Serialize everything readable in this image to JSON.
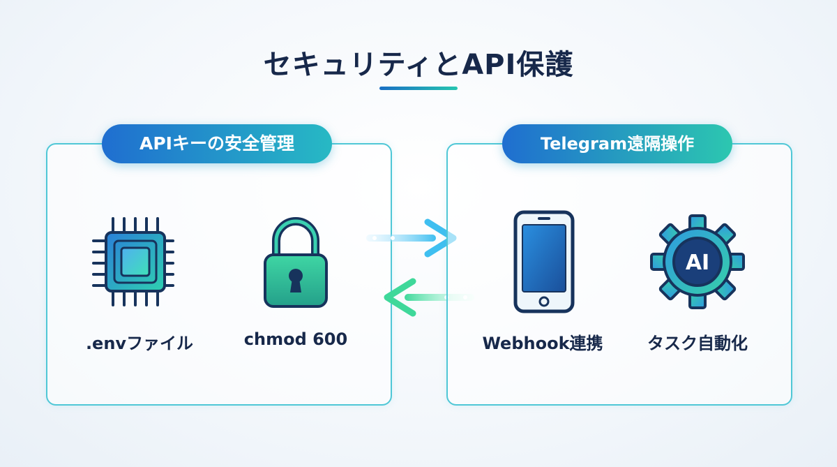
{
  "title": "セキュリティとAPI保護",
  "left_panel": {
    "heading": "APIキーの安全管理",
    "items": [
      {
        "label": ".envファイル",
        "icon": "chip-icon"
      },
      {
        "label": "chmod 600",
        "icon": "padlock-icon"
      }
    ]
  },
  "right_panel": {
    "heading": "Telegram遠隔操作",
    "items": [
      {
        "label": "Webhook連携",
        "icon": "smartphone-icon"
      },
      {
        "label": "タスク自動化",
        "icon": "ai-gear-icon",
        "icon_text": "AI"
      }
    ]
  },
  "colors": {
    "title": "#17284a",
    "accent_blue": "#1f6ed0",
    "accent_teal": "#27b9c4",
    "accent_green": "#2cc7b0",
    "panel_border": "#4fc7d6"
  }
}
